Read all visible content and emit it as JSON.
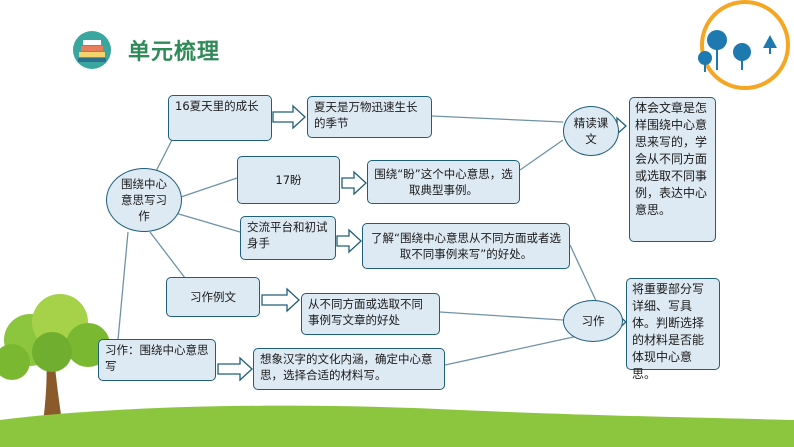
{
  "header": {
    "title": "单元梳理",
    "icon": "books-icon",
    "accent_color": "#2e8b57",
    "decoration": "tree-ring-icon"
  },
  "diagram": {
    "root": {
      "text": "围绕中心意思写习作"
    },
    "sources": [
      {
        "text": "16夏天里的成长"
      },
      {
        "text": "17盼"
      },
      {
        "text": "交流平台和初试身手"
      },
      {
        "text": "习作例文"
      },
      {
        "text": "习作：围绕中心意思写"
      }
    ],
    "details": [
      {
        "text": "夏天是万物迅速生长的季节"
      },
      {
        "text": "围绕“盼”这个中心意思，选取典型事例。"
      },
      {
        "text": "了解“围绕中心意思从不同方面或者选取不同事例来写”的好处。"
      },
      {
        "text": "从不同方面或选取不同事例写文章的好处"
      },
      {
        "text": "想象汉字的文化内涵，确定中心意思，选择合适的材料写。"
      }
    ],
    "hubs": [
      {
        "text": "精读课文"
      },
      {
        "text": "习作"
      }
    ],
    "summaries": [
      {
        "text": "体会文章是怎样围绕中心意思来写的，学会从不同方面或选取不同事例，表达中心意思。"
      },
      {
        "text": "将重要部分写详细、写具体。判断选择的材料是否能体现中心意思。"
      }
    ],
    "colors": {
      "box_fill": "#dde9f3",
      "box_border": "#1f5f7a",
      "line": "#6f93a6"
    }
  }
}
